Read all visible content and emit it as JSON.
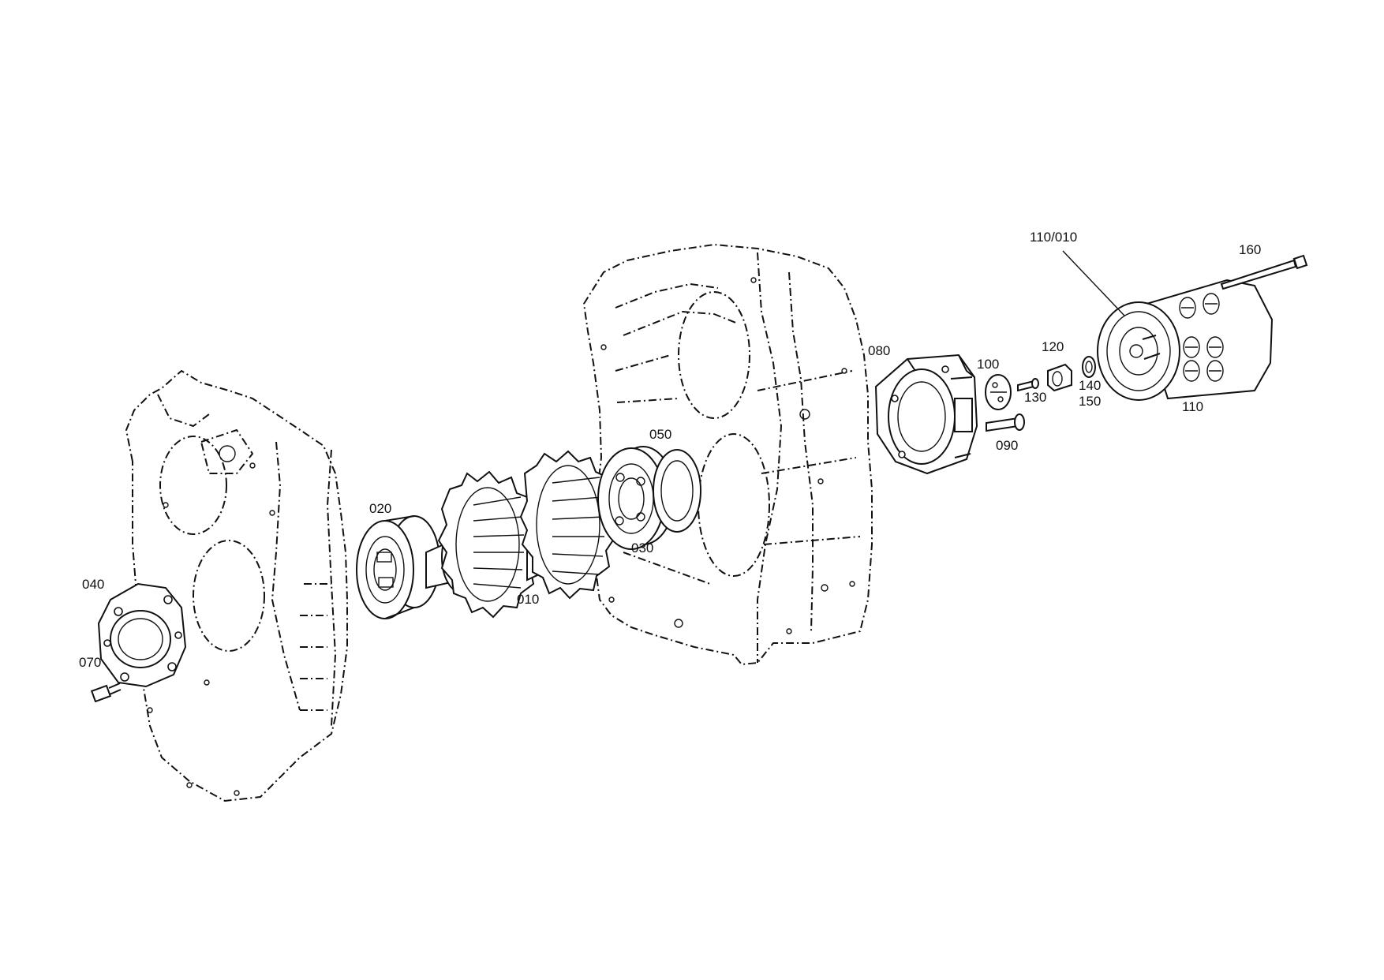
{
  "labels": {
    "p010": "010",
    "p020": "020",
    "p030": "030",
    "p040": "040",
    "p050": "050",
    "p070": "070",
    "p080": "080",
    "p090": "090",
    "p100": "100",
    "p110": "110",
    "p110_010": "110/010",
    "p120": "120",
    "p130": "130",
    "p140": "140",
    "p150": "150",
    "p160": "160"
  }
}
